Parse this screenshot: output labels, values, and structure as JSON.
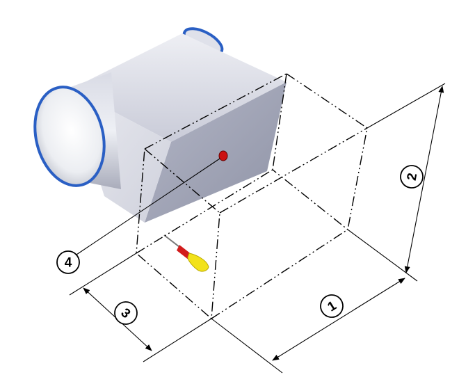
{
  "callouts": {
    "c1": "1",
    "c2": "2",
    "c3": "3",
    "c4": "4"
  },
  "colors": {
    "housing": "#d6d8e4",
    "collar_ring": "#2a5fc4",
    "indicator": "#cc1111",
    "screwdriver_handle": "#f2e21a",
    "screwdriver_shaft": "#d21c1c"
  },
  "icons": {
    "tool": "screwdriver-icon",
    "indicator": "red-indicator-dot"
  }
}
